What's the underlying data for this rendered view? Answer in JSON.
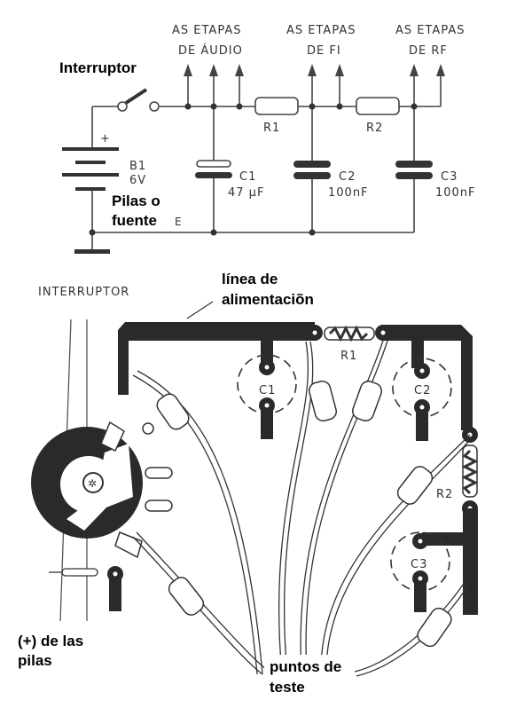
{
  "schematic": {
    "outputs": [
      {
        "line1": "AS ETAPAS",
        "line2": "DE ÁUDIO"
      },
      {
        "line1": "AS ETAPAS",
        "line2": "DE FI"
      },
      {
        "line1": "AS ETAPAS",
        "line2": "DE RF"
      }
    ],
    "switch_label": "Interruptor",
    "battery": {
      "name": "B1",
      "value": "6V",
      "polarity": "+"
    },
    "source_label": {
      "line1": "Pilas o",
      "line2": "fuente"
    },
    "residual_mark": "E",
    "resistors": [
      {
        "name": "R1"
      },
      {
        "name": "R2"
      }
    ],
    "capacitors": [
      {
        "name": "C1",
        "value": "47 µF"
      },
      {
        "name": "C2",
        "value": "100nF"
      },
      {
        "name": "C3",
        "value": "100nF"
      }
    ]
  },
  "layout": {
    "switch_label": "INTERRUPTOR",
    "power_line_label": {
      "line1": "línea de",
      "line2": "alimentaciõn"
    },
    "component_labels": [
      "R1",
      "C1",
      "C2",
      "R2",
      "C3"
    ],
    "battery_plus_label": {
      "line1": "(+) de las",
      "line2": "pilas"
    },
    "test_points_label": {
      "line1": "puntos de",
      "line2": "teste"
    }
  }
}
